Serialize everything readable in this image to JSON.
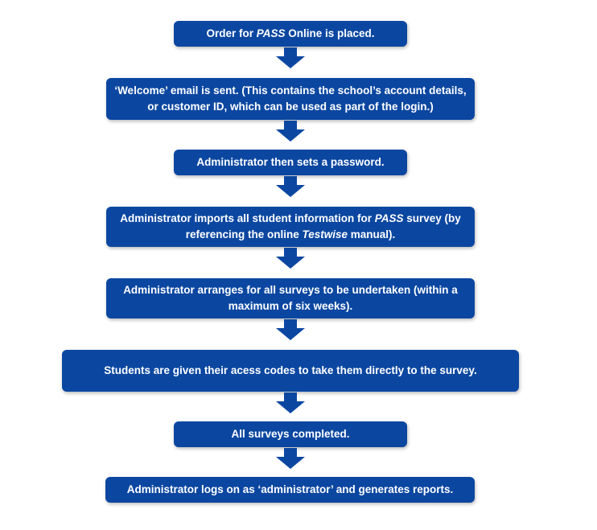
{
  "flowchart": {
    "steps": [
      {
        "parts": [
          "Order for ",
          "PASS",
          " Online is placed."
        ]
      },
      {
        "parts": [
          "‘Welcome’ email is sent. (This contains the school’s account details, or customer ID, which can be used as part of the login.)"
        ]
      },
      {
        "parts": [
          "Administrator then sets a password."
        ]
      },
      {
        "parts": [
          "Administrator imports all student information for ",
          "PASS",
          " survey (by referencing the online ",
          "Testwise",
          " manual)."
        ]
      },
      {
        "parts": [
          "Administrator arranges for all surveys to be undertaken (within a maximum of six weeks)."
        ]
      },
      {
        "parts": [
          "Students are given their acess codes to take them directly to the survey."
        ]
      },
      {
        "parts": [
          "All surveys completed."
        ]
      },
      {
        "parts": [
          "Administrator logs on as ‘administrator’ and generates reports."
        ]
      }
    ],
    "colors": {
      "box_fill": "#0b47a1",
      "text": "#ffffff",
      "background": "#ffffff"
    }
  }
}
